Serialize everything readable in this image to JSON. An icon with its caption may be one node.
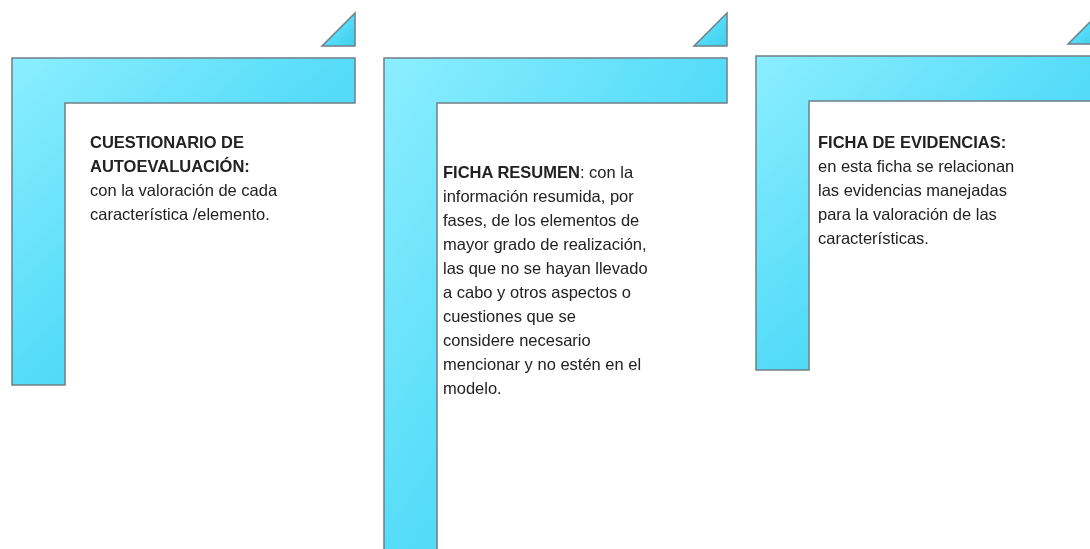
{
  "diagram": {
    "nodes": [
      {
        "text": [
          "CUESTIONARIO DE AUTOEVALUACIÓN:",
          "con la valoración de cada característica /elemento."
        ]
      },
      {
        "text": [
          "**FICHA RESUMEN**: con la información resumida, por fases, de los elementos de mayor grado de realización, las que no se hayan llevado a cabo y otros aspectos o cuestiones que se considere necesario mencionar y no estén en el modelo."
        ]
      },
      {
        "text": [
          "FICHA DE EVIDENCIAS:",
          "en esta ficha se relacionan las evidencias manejadas para la valoración de las características."
        ]
      }
    ]
  }
}
